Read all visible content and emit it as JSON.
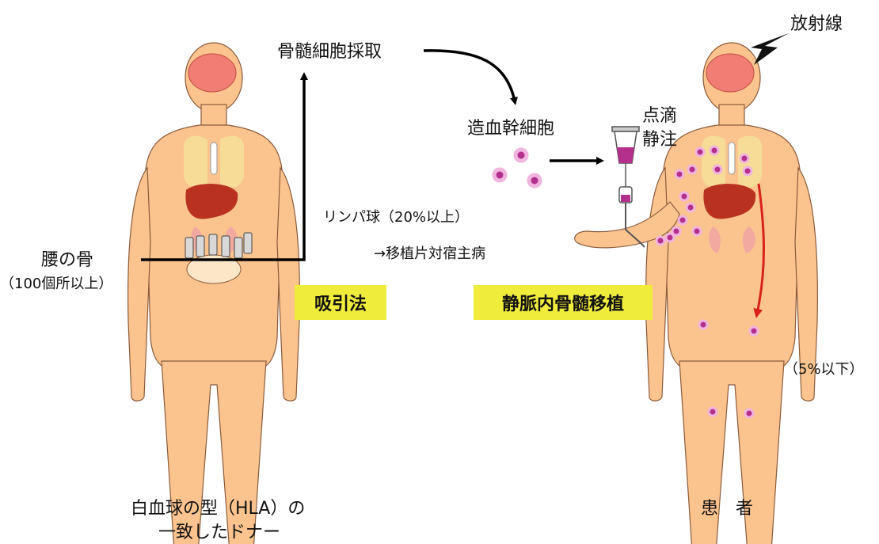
{
  "labels": {
    "harvest": "骨髄細胞採取",
    "stem_cells": "造血幹細胞",
    "drip_line1": "点滴",
    "drip_line2": "静注",
    "radiation": "放射線",
    "lymph_line1": "リンパ球（20%以上）",
    "lymph_line2": "→移植片対宿主病",
    "hip_bone": "腰の骨",
    "hip_bone_count": "（100個所以上）",
    "aspiration": "吸引法",
    "iv_transplant": "静脈内骨髄移植",
    "patient_share": "（5%以下）",
    "donor_line1": "白血球の型（HLA）の",
    "donor_line2": "一致したドナー",
    "patient": "患　者"
  },
  "colors": {
    "skin": "#fbc48f",
    "skin_outline": "#8a5a3a",
    "brain": "#f07e74",
    "liver": "#b8321f",
    "stem_cell": "#b3318d",
    "arrow_red": "#d8221b",
    "highlight_box": "#f0ec3c"
  }
}
